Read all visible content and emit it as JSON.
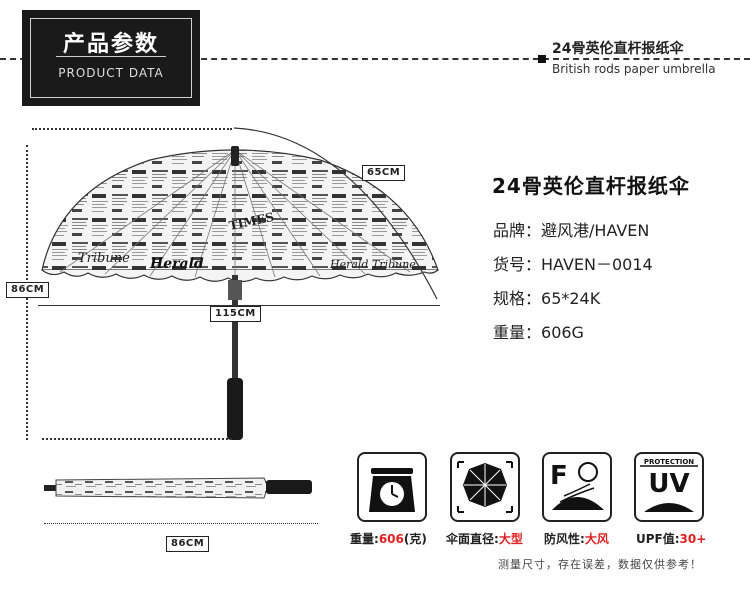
{
  "header": {
    "title_cn": "产品参数",
    "title_en": "PRODUCT DATA",
    "product_cn": "24骨英伦直杆报纸伞",
    "product_en": "British rods paper umbrella"
  },
  "dimensions": {
    "canopy_radius": "65CM",
    "total_height": "86CM",
    "diameter": "115CM",
    "folded_length": "86CM"
  },
  "umbrella_text": {
    "paper_1": "Tribune",
    "paper_2": "Herald",
    "paper_3": "TIMES",
    "paper_4": "Herald Tribune"
  },
  "specs": {
    "title": "24骨英伦直杆报纸伞",
    "rows": [
      {
        "label": "品牌：",
        "value": "避风港/HAVEN"
      },
      {
        "label": "货号：",
        "value": "HAVEN－0014"
      },
      {
        "label": "规格：",
        "value": "65*24K"
      },
      {
        "label": "重量：",
        "value": "606G"
      }
    ]
  },
  "features": [
    {
      "icon": "scale-icon",
      "label_a": "重量:",
      "label_red": "606",
      "label_b": "(克)"
    },
    {
      "icon": "canopy-icon",
      "label_a": "伞面直径:",
      "label_red": "大型",
      "label_b": ""
    },
    {
      "icon": "wind-icon",
      "icon_letter": "F",
      "label_a": "防风性:",
      "label_red": "大风",
      "label_b": ""
    },
    {
      "icon": "uv-icon",
      "icon_top": "PROTECTION",
      "icon_mid": "UV",
      "label_a": "UPF值:",
      "label_red": "30+",
      "label_b": ""
    }
  ],
  "footnote": "测量尺寸，存在误差，数据仅供参考！",
  "colors": {
    "accent_red": "#e02020",
    "dark": "#1a1a1a"
  }
}
